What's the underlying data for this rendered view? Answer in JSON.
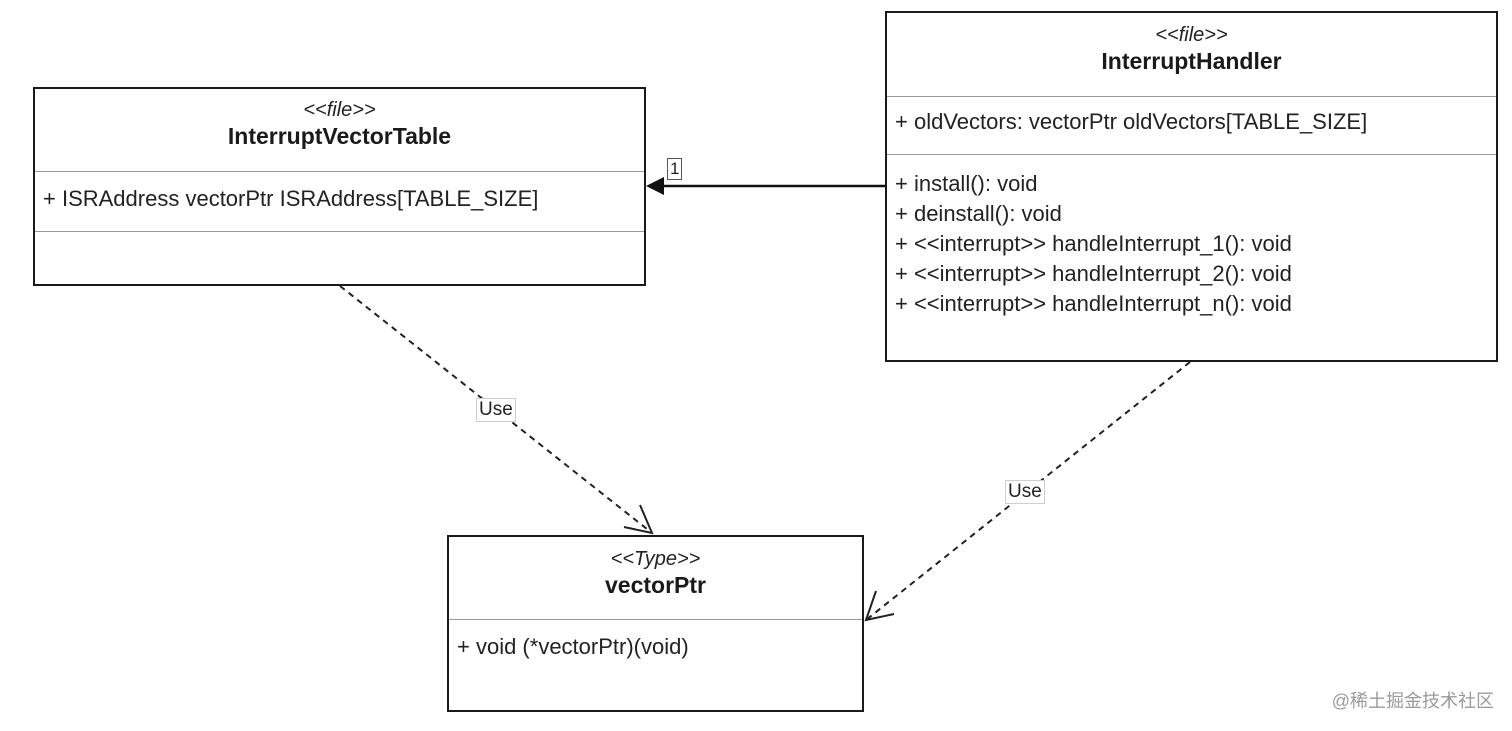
{
  "classes": {
    "ivt": {
      "stereotype": "<<file>>",
      "name": "InterruptVectorTable",
      "attributes": [
        "+ ISRAddress vectorPtr ISRAddress[TABLE_SIZE]"
      ],
      "operations": []
    },
    "ih": {
      "stereotype": "<<file>>",
      "name": "InterruptHandler",
      "attributes": [
        "+ oldVectors: vectorPtr oldVectors[TABLE_SIZE]"
      ],
      "operations": [
        "+ install(): void",
        "+ deinstall(): void",
        "+ <<interrupt>> handleInterrupt_1(): void",
        "+ <<interrupt>> handleInterrupt_2(): void",
        "+ <<interrupt>> handleInterrupt_n(): void"
      ]
    },
    "vp": {
      "stereotype": "<<Type>>",
      "name": "vectorPtr",
      "attributes": [
        "+ void (*vectorPtr)(void)"
      ]
    }
  },
  "edges": {
    "association": {
      "multiplicity": "1"
    },
    "use_left": {
      "label": "Use"
    },
    "use_right": {
      "label": "Use"
    }
  },
  "watermark": "@稀土掘金技术社区"
}
